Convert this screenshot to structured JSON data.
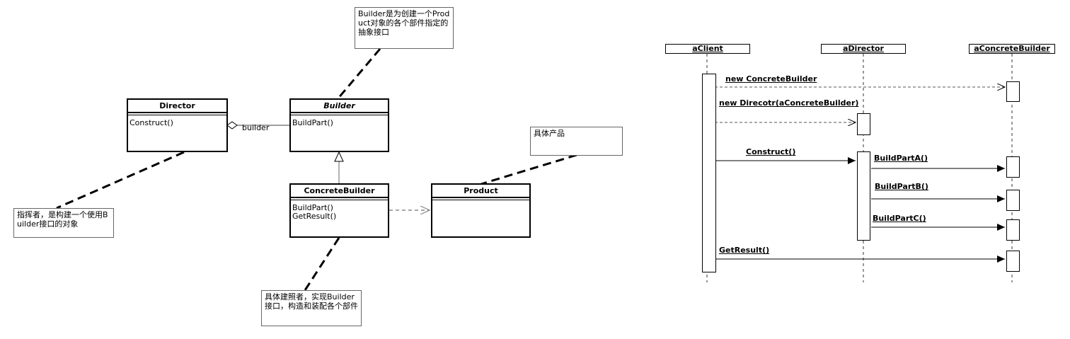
{
  "class_diagram": {
    "director": {
      "name": "Director",
      "operations": [
        "Construct()"
      ]
    },
    "builder": {
      "name": "Builder",
      "operations": [
        "BuildPart()"
      ]
    },
    "concrete_builder": {
      "name": "ConcreteBuilder",
      "operations": [
        "BuildPart()",
        "GetResult()"
      ]
    },
    "product": {
      "name": "Product",
      "operations": []
    },
    "aggregation_label": "builder",
    "notes": {
      "builder": "Builder是为创建一个Product对象的各个部件指定的抽象接口",
      "director": "指挥者，是构建一个使用Builder接口的对象",
      "product": "具体产品",
      "concrete_builder": "具体建照者，实现Builder接口，构造和装配各个部件"
    }
  },
  "sequence_diagram": {
    "lifelines": [
      "aClient",
      "aDirector",
      "aConcreteBuilder"
    ],
    "messages": [
      "new ConcreteBuilder",
      "new Direcotr(aConcreteBuilder)",
      "Construct()",
      "BuildPartA()",
      "BuildPartB()",
      "BuildPartC()",
      "GetResult()"
    ]
  }
}
